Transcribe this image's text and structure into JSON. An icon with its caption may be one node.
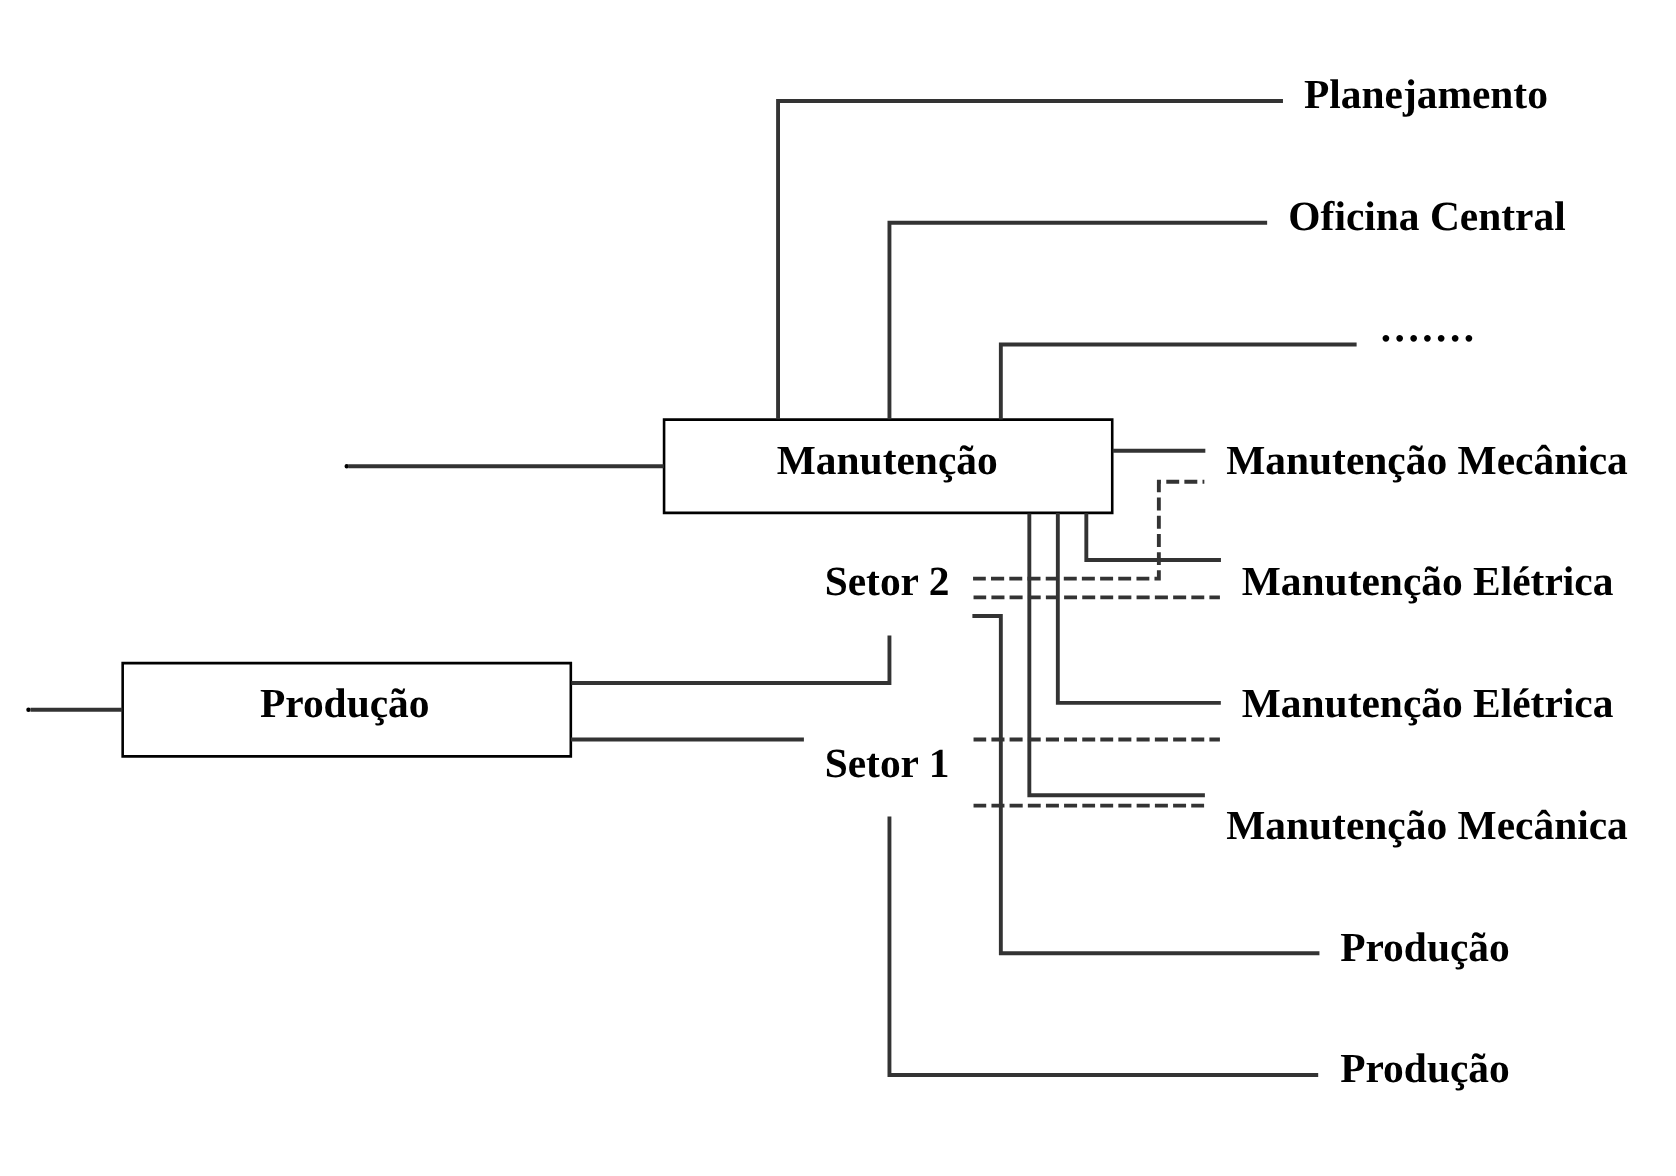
{
  "diagram": {
    "nodes": [
      {
        "text": [
          "Manutenção"
        ]
      },
      {
        "text": [
          "Produção"
        ]
      },
      {
        "text": [
          "Planejamento"
        ]
      },
      {
        "text": [
          "Oficina Central"
        ]
      },
      {
        "text": [
          "·······"
        ]
      },
      {
        "text": [
          "Setor 1"
        ]
      },
      {
        "text": [
          "Produção"
        ]
      },
      {
        "text": [
          "Manutenção Mecânica"
        ]
      },
      {
        "text": [
          "Manutenção Elétrica"
        ]
      },
      {
        "text": [
          "Setor 2"
        ]
      },
      {
        "text": [
          "Produção"
        ]
      },
      {
        "text": [
          "Manutenção Mecânica"
        ]
      },
      {
        "text": [
          "Manutenção Elétrica"
        ]
      }
    ],
    "edges": [
      {
        "from": null,
        "to": 0,
        "arrow": "none"
      },
      {
        "from": null,
        "to": 1,
        "arrow": "none"
      },
      {
        "from": 0,
        "to": 2,
        "arrow": "none"
      },
      {
        "from": 0,
        "to": 3,
        "arrow": "none"
      },
      {
        "from": 0,
        "to": 4,
        "arrow": "none"
      },
      {
        "from": 1,
        "to": 5,
        "arrow": "none"
      },
      {
        "from": 1,
        "to": 9,
        "arrow": "none"
      },
      {
        "from": 5,
        "to": 6,
        "arrow": "none"
      },
      {
        "from": 5,
        "to": 7,
        "arrow": "none",
        "style": "dashed"
      },
      {
        "from": 5,
        "to": 8,
        "arrow": "none",
        "style": "dashed"
      },
      {
        "from": 0,
        "to": 7,
        "arrow": "none"
      },
      {
        "from": 0,
        "to": 8,
        "arrow": "none"
      },
      {
        "from": 9,
        "to": 10,
        "arrow": "none"
      },
      {
        "from": 9,
        "to": 11,
        "arrow": "none",
        "style": "dashed"
      },
      {
        "from": 9,
        "to": 12,
        "arrow": "none",
        "style": "dashed"
      },
      {
        "from": 0,
        "to": 11,
        "arrow": "none"
      },
      {
        "from": 0,
        "to": 12,
        "arrow": "none"
      }
    ]
  }
}
